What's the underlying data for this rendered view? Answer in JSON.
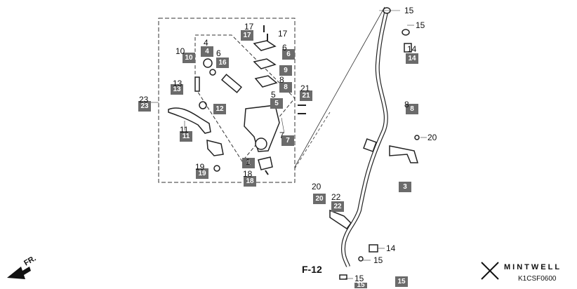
{
  "diagram": {
    "callouts": {
      "c1": "1",
      "c3": "3",
      "c4": "4",
      "c5": "5",
      "c6": "6",
      "c7": "7",
      "c8": "8",
      "c9": "9",
      "c10": "10",
      "c11": "11",
      "c12": "12",
      "c13": "13",
      "c14": "14",
      "c15": "15",
      "c16": "16",
      "c17": "17",
      "c18": "18",
      "c19": "19",
      "c20": "20",
      "c21": "21",
      "c22": "22",
      "c23": "23"
    },
    "labels": {
      "n15a": "15",
      "n15b": "15",
      "n14a": "14",
      "n8": "8",
      "n20": "20",
      "n17a": "17",
      "n17b": "17",
      "n4": "4",
      "n10": "10",
      "n6a": "6",
      "n6b": "6",
      "n5": "5",
      "n21": "21",
      "n23": "23",
      "n13": "13",
      "n11": "11",
      "n7": "7",
      "n1": "1",
      "n19": "19",
      "n18": "18",
      "n20b": "20",
      "n22": "22",
      "n14b": "14",
      "n15c": "15",
      "n15d": "15"
    },
    "ref_label": "F-12",
    "direction_label": "FR.",
    "brand": "MINTWELL",
    "code": "K1CSF0600"
  }
}
